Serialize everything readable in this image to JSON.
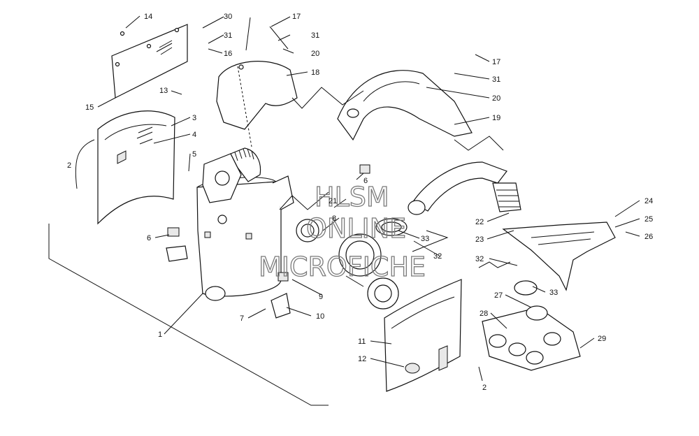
{
  "watermark": {
    "line1": "HLSM",
    "line2": "ONLINE",
    "line3": "MICROFICHE"
  },
  "callouts": [
    "14",
    "30",
    "17",
    "31",
    "31",
    "16",
    "20",
    "18",
    "13",
    "15",
    "3",
    "4",
    "2",
    "5",
    "6",
    "6",
    "21",
    "8",
    "32",
    "33",
    "9",
    "7",
    "10",
    "1",
    "17",
    "31",
    "20",
    "19",
    "22",
    "23",
    "24",
    "25",
    "26",
    "32",
    "33",
    "27",
    "28",
    "29",
    "11",
    "12",
    "2"
  ]
}
